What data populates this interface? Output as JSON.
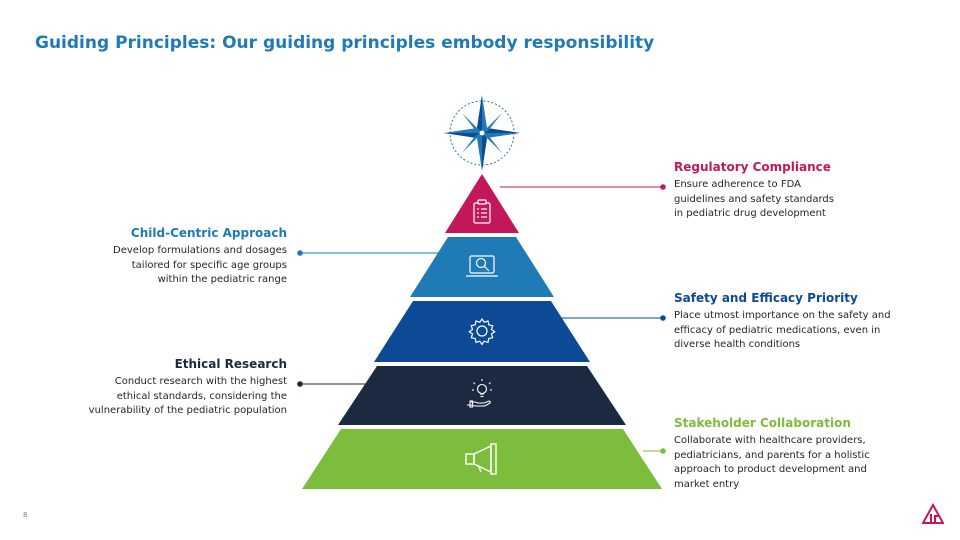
{
  "title": "Guiding Principles: Our guiding principles embody responsibility",
  "page_number": "8",
  "colors": {
    "title": "#1f7ab6",
    "tier_red": "#c2185b",
    "tier_light_blue": "#1f7ab6",
    "tier_mid_blue": "#0d4a96",
    "tier_navy": "#1b2a40",
    "tier_green": "#7cbd3c",
    "compass": "#1f7ab6"
  },
  "pyramid": {
    "top_icon": "compass-star-icon",
    "tiers": [
      {
        "icon": "clipboard-checklist-icon",
        "color": "#c2185b"
      },
      {
        "icon": "laptop-search-icon",
        "color": "#1f7ab6"
      },
      {
        "icon": "gear-icon",
        "color": "#0d4a96"
      },
      {
        "icon": "lightbulb-hand-icon",
        "color": "#1b2a40"
      },
      {
        "icon": "megaphone-icon",
        "color": "#7cbd3c"
      }
    ]
  },
  "principles": {
    "regulatory": {
      "heading": "Regulatory Compliance",
      "heading_color": "#c2185b",
      "lines": [
        "Ensure adherence to FDA",
        "guidelines and safety standards",
        "in pediatric drug development"
      ]
    },
    "child_centric": {
      "heading": "Child-Centric Approach",
      "heading_color": "#1f7ab6",
      "lines": [
        "Develop formulations and dosages",
        "tailored for specific age groups",
        "within the pediatric range"
      ]
    },
    "safety": {
      "heading": "Safety and Efficacy Priority",
      "heading_color": "#0d4a96",
      "lines": [
        "Place utmost importance on the safety and",
        "efficacy of pediatric medications, even in",
        "diverse health conditions"
      ]
    },
    "ethical": {
      "heading": "Ethical Research",
      "heading_color": "#1b2a40",
      "lines": [
        "Conduct research with the highest",
        "ethical standards, considering the",
        "vulnerability of the pediatric population"
      ]
    },
    "stakeholder": {
      "heading": "Stakeholder Collaboration",
      "heading_color": "#7cbd3c",
      "lines": [
        "Collaborate with healthcare providers,",
        "pediatricians, and parents for a holistic",
        "approach to product development and",
        "market entry"
      ]
    }
  }
}
